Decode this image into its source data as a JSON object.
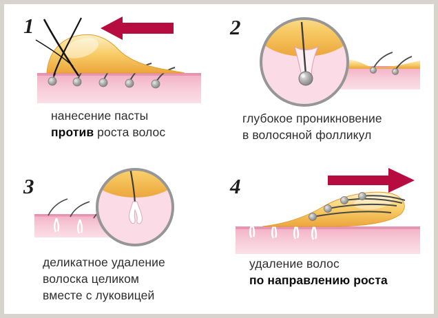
{
  "title": "sugaring-hair-removal-steps",
  "colors": {
    "arrow_accent": "#b60c3f",
    "skin_pink": "#f5c0d0",
    "skin_edge": "#dc7ba0",
    "paste_gold": "#f6c85f",
    "bulb_gray": "#9a9a9a",
    "ring_gray": "#969696",
    "frame": "#d9d3ce",
    "text": "#2d2d2d"
  },
  "panels": {
    "p1": {
      "number": "1",
      "line1": "нанесение пасты",
      "line2_bold": "против",
      "line2_rest": " роста волос"
    },
    "p2": {
      "number": "2",
      "line1": "глубокое проникновение",
      "line2": "в волосяной фолликул"
    },
    "p3": {
      "number": "3",
      "line1": "деликатное удаление",
      "line2": "волоска целиком",
      "line3": "вместе с луковицей"
    },
    "p4": {
      "number": "4",
      "line1": "удаление волос",
      "line2_bold": "по направлению роста"
    }
  }
}
